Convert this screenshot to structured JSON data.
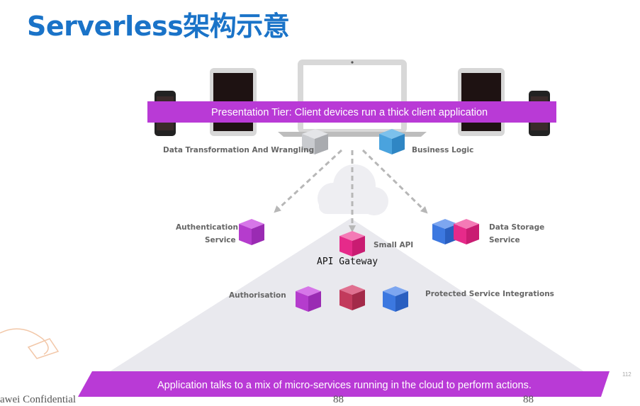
{
  "title": "Serverless架构示意",
  "presentation_band": "Presentation Tier: Client devices run a thick client application",
  "application_band": "Application talks to a mix of micro-services running in the cloud to perform actions.",
  "labels": {
    "data_transformation": "Data Transformation And Wrangling",
    "business_logic": "Business Logic",
    "authentication_line1": "Authentication",
    "authentication_line2": "Service",
    "small_api": "Small API",
    "api_gateway": "API Gateway",
    "data_storage_line1": "Data Storage",
    "data_storage_line2": "Service",
    "authorisation": "Authorisation",
    "protected_integrations": "Protected Service Integrations"
  },
  "footer": {
    "confidential": "awei Confidential",
    "page_left": "88",
    "page_right": "88",
    "slide_number": "112"
  },
  "colors": {
    "title": "#1a73c8",
    "band": "#b93ad6",
    "magenta": "#e62a8a",
    "purple": "#b53ccd",
    "crimson": "#c23a5c",
    "blue": "#3c78e0",
    "gray": "#c9cbcf",
    "light_blue": "#4aa3de"
  }
}
